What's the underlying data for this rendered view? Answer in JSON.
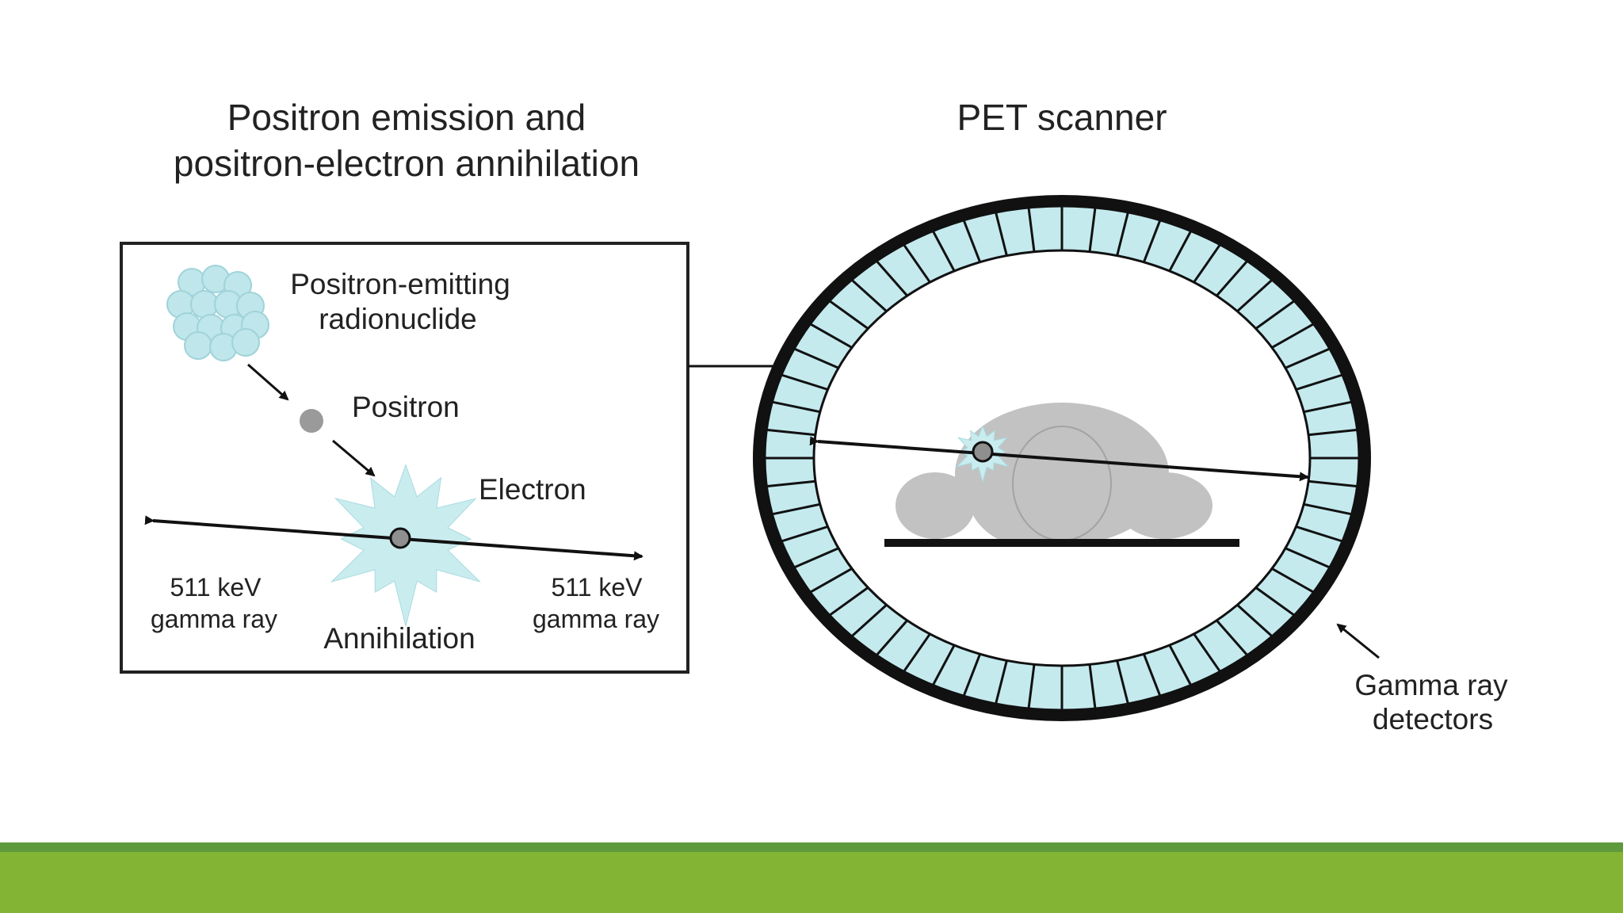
{
  "left_panel": {
    "title_line1": "Positron emission and",
    "title_line2": "positron-electron annihilation",
    "nucleus_label_line1": "Positron-emitting",
    "nucleus_label_line2": "radionuclide",
    "positron_label": "Positron",
    "electron_label": "Electron",
    "annihilation_label": "Annihilation",
    "gamma_left_line1": "511 keV",
    "gamma_left_line2": "gamma ray",
    "gamma_right_line1": "511 keV",
    "gamma_right_line2": "gamma ray"
  },
  "right_panel": {
    "title": "PET scanner",
    "detectors_label_line1": "Gamma ray",
    "detectors_label_line2": "detectors"
  },
  "colors": {
    "detector_fill": "#c4eaee",
    "nucleus_fill": "#bfe6ea",
    "patient_fill": "#c2c2c2",
    "bar_green": "#83b433",
    "bar_dark_green": "#5e9a3c"
  }
}
